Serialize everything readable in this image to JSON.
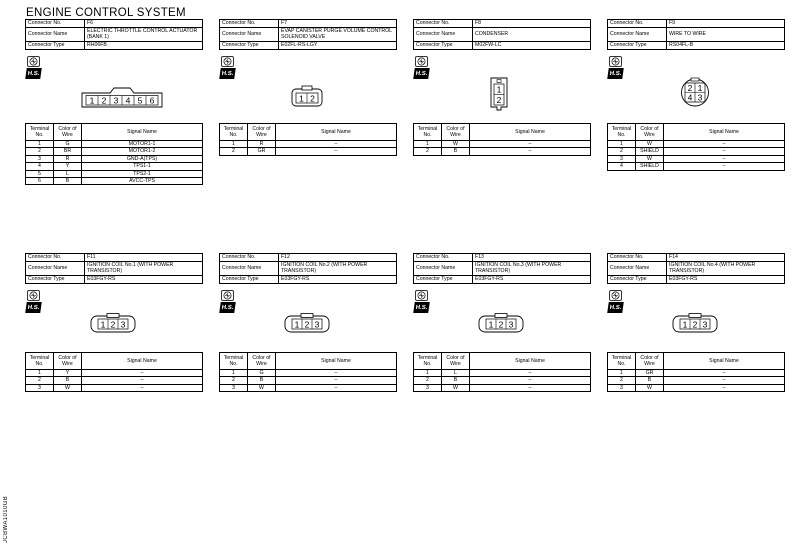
{
  "title": "ENGINE CONTROL SYSTEM",
  "side_code": "JCBWA1010GB",
  "labels": {
    "connector_no": "Connector No.",
    "connector_name": "Connector Name",
    "connector_type": "Connector Type",
    "terminal_no": "Terminal No.",
    "color_of_wire": "Color of Wire",
    "signal_name": "Signal Name",
    "hs": "H.S."
  },
  "connectors": [
    {
      "no": "F6",
      "name": "ELECTRIC THROTTLE CONTROL ACTUATOR (BANK 1)",
      "type": "RH06FB",
      "pin_labels": [
        "1",
        "2",
        "3",
        "4",
        "5",
        "6"
      ],
      "pins": [
        {
          "t": "1",
          "c": "G",
          "s": "MOTOR1-1"
        },
        {
          "t": "2",
          "c": "BR",
          "s": "MOTOR1-2"
        },
        {
          "t": "3",
          "c": "R",
          "s": "GND-A(TPS)"
        },
        {
          "t": "4",
          "c": "Y",
          "s": "TPS1-1"
        },
        {
          "t": "5",
          "c": "L",
          "s": "TPS2-1"
        },
        {
          "t": "6",
          "c": "B",
          "s": "AVCC-TPS"
        }
      ]
    },
    {
      "no": "F7",
      "name": "EVAP CANISTER PURGE VOLUME CONTROL SOLENOID VALVE",
      "type": "E02FL-RS-LGY",
      "pin_labels": [
        "1",
        "2"
      ],
      "pins": [
        {
          "t": "1",
          "c": "R",
          "s": "–"
        },
        {
          "t": "2",
          "c": "GR",
          "s": "–"
        }
      ]
    },
    {
      "no": "F8",
      "name": "CONDENSER",
      "type": "M02FW-LC",
      "pin_labels": [
        "1",
        "2"
      ],
      "pins": [
        {
          "t": "1",
          "c": "W",
          "s": "–"
        },
        {
          "t": "2",
          "c": "B",
          "s": "–"
        }
      ]
    },
    {
      "no": "F9",
      "name": "WIRE TO WIRE",
      "type": "RS04FL-B",
      "pin_labels": [
        "2",
        "1",
        "4",
        "3"
      ],
      "pins": [
        {
          "t": "1",
          "c": "W",
          "s": "–"
        },
        {
          "t": "2",
          "c": "SHIELD",
          "s": "–"
        },
        {
          "t": "3",
          "c": "W",
          "s": "–"
        },
        {
          "t": "4",
          "c": "SHIELD",
          "s": "–"
        }
      ]
    },
    {
      "no": "F11",
      "name": "IGNITION COIL No.1 (WITH POWER TRANSISTOR)",
      "type": "E03FGY-RS",
      "pin_labels": [
        "1",
        "2",
        "3"
      ],
      "pins": [
        {
          "t": "1",
          "c": "Y",
          "s": "–"
        },
        {
          "t": "2",
          "c": "B",
          "s": "–"
        },
        {
          "t": "3",
          "c": "W",
          "s": "–"
        }
      ]
    },
    {
      "no": "F12",
      "name": "IGNITION COIL No.2 (WITH POWER TRANSISTOR)",
      "type": "E03FGY-RS",
      "pin_labels": [
        "1",
        "2",
        "3"
      ],
      "pins": [
        {
          "t": "1",
          "c": "G",
          "s": "–"
        },
        {
          "t": "2",
          "c": "B",
          "s": "–"
        },
        {
          "t": "3",
          "c": "W",
          "s": "–"
        }
      ]
    },
    {
      "no": "F13",
      "name": "IGNITION COIL No.3 (WITH POWER TRANSISTOR)",
      "type": "E03FGY-RS",
      "pin_labels": [
        "1",
        "2",
        "3"
      ],
      "pins": [
        {
          "t": "1",
          "c": "L",
          "s": "–"
        },
        {
          "t": "2",
          "c": "B",
          "s": "–"
        },
        {
          "t": "3",
          "c": "W",
          "s": "–"
        }
      ]
    },
    {
      "no": "F14",
      "name": "IGNITION COIL No.4 (WITH POWER TRANSISTOR)",
      "type": "E03FGY-RS",
      "pin_labels": [
        "1",
        "2",
        "3"
      ],
      "pins": [
        {
          "t": "1",
          "c": "GR",
          "s": "–"
        },
        {
          "t": "2",
          "c": "B",
          "s": "–"
        },
        {
          "t": "3",
          "c": "W",
          "s": "–"
        }
      ]
    }
  ]
}
